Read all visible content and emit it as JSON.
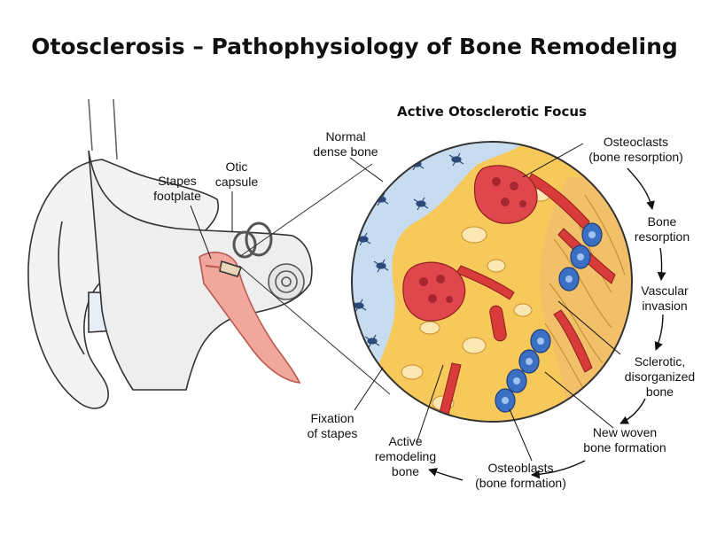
{
  "title": "Otosclerosis – Pathophysiology of Bone Remodeling",
  "focus_title": "Active Otosclerotic Focus",
  "labels": {
    "normal_bone": [
      "Normal",
      "dense bone"
    ],
    "stapes_footplate": [
      "Stapes",
      "footplate"
    ],
    "otic_capsule": [
      "Otic",
      "capsule"
    ],
    "fixation": [
      "Fixation",
      "of stapes"
    ],
    "active_remodeling": [
      "Active",
      "remodeling",
      "bone"
    ],
    "osteoclasts": [
      "Osteoclasts",
      "(bone resorption)"
    ],
    "bone_resorption": [
      "Bone",
      "resorption"
    ],
    "vascular_invasion": [
      "Vascular",
      "invasion"
    ],
    "sclerotic": [
      "Sclerotic,",
      "disorganized",
      "bone"
    ],
    "new_woven": [
      "New woven",
      "bone formation"
    ],
    "osteoblasts": [
      "Osteoblasts",
      "(bone formation)"
    ]
  },
  "colors": {
    "normal_bone": "#c8dcf0",
    "spongy_bone": "#f6c95a",
    "osteoclast": "#e0474c",
    "osteoblast": "#3b6fc4",
    "vessel": "#d93a3a",
    "ear_pink": "#f2a79c"
  }
}
